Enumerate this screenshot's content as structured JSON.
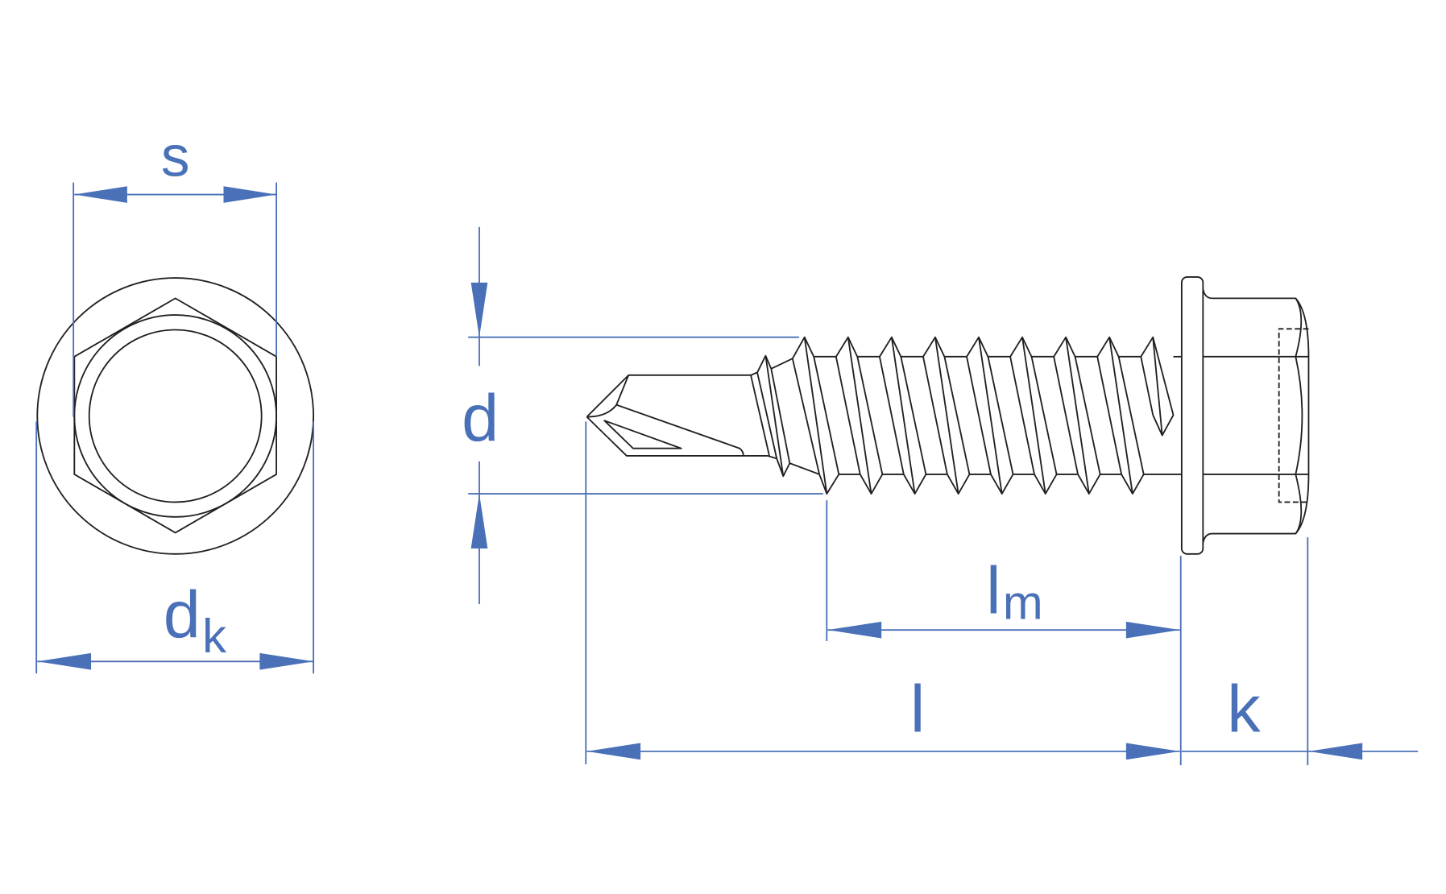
{
  "labels": {
    "s": "s",
    "d": "d",
    "dk_main": "d",
    "dk_sub": "k",
    "lm_main": "l",
    "lm_sub": "m",
    "l": "l",
    "k": "k"
  },
  "colors": {
    "dimension": "#4a70b8",
    "outline": "#231f20"
  }
}
